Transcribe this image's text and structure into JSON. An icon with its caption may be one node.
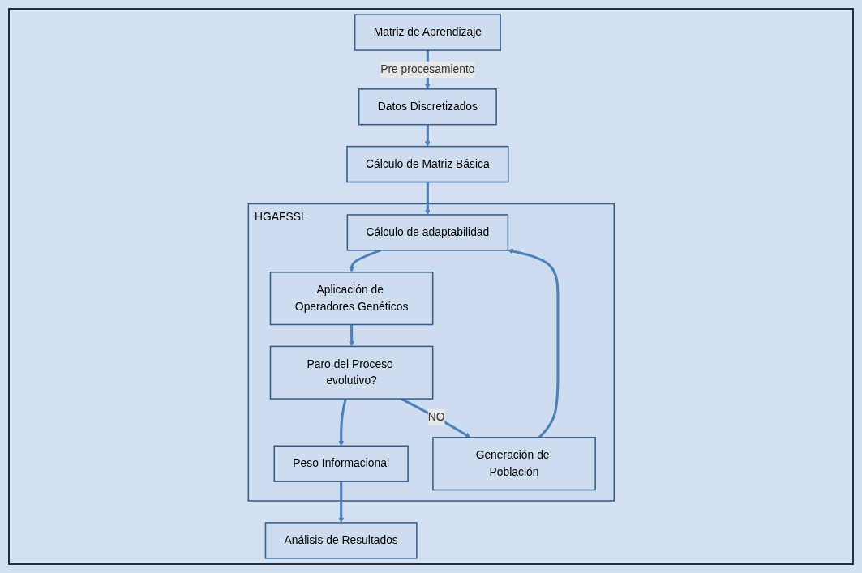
{
  "diagram": {
    "nodes": [
      {
        "text": [
          "Matriz de Aprendizaje"
        ]
      },
      {
        "text": [
          "Datos Discretizados"
        ]
      },
      {
        "text": [
          "HGAFSSL"
        ]
      },
      {
        "text": [
          "Generación de Población"
        ],
        "in": 2
      },
      {
        "text": [
          "Cálculo de adaptabilidad"
        ],
        "in": 2
      },
      {
        "text": [
          "Aplicación de Operadores Genéticos"
        ],
        "in": 2
      },
      {
        "text": [
          "Paro del Proceso evolutivo?"
        ],
        "in": 2
      },
      {
        "text": [
          "Peso Informacional"
        ],
        "in": 2
      },
      {
        "text": [
          "Cálculo de Matriz Básica"
        ]
      },
      {
        "text": [
          "Análisis de Resultados"
        ]
      }
    ],
    "edges": [
      {
        "from": 0,
        "to": 1,
        "arrow": "to",
        "label": "Pre procesamiento"
      },
      {
        "from": 1,
        "to": 8,
        "arrow": "to"
      },
      {
        "from": 3,
        "to": 4,
        "arrow": "to"
      },
      {
        "from": 8,
        "to": 4,
        "arrow": "to"
      },
      {
        "from": 4,
        "to": 5,
        "arrow": "to"
      },
      {
        "from": 5,
        "to": 6,
        "arrow": "to"
      },
      {
        "from": 6,
        "to": 7,
        "arrow": "to"
      },
      {
        "from": 7,
        "to": 9,
        "arrow": "to"
      },
      {
        "from": 6,
        "to": 3,
        "arrow": "to",
        "label": "NO"
      }
    ]
  }
}
